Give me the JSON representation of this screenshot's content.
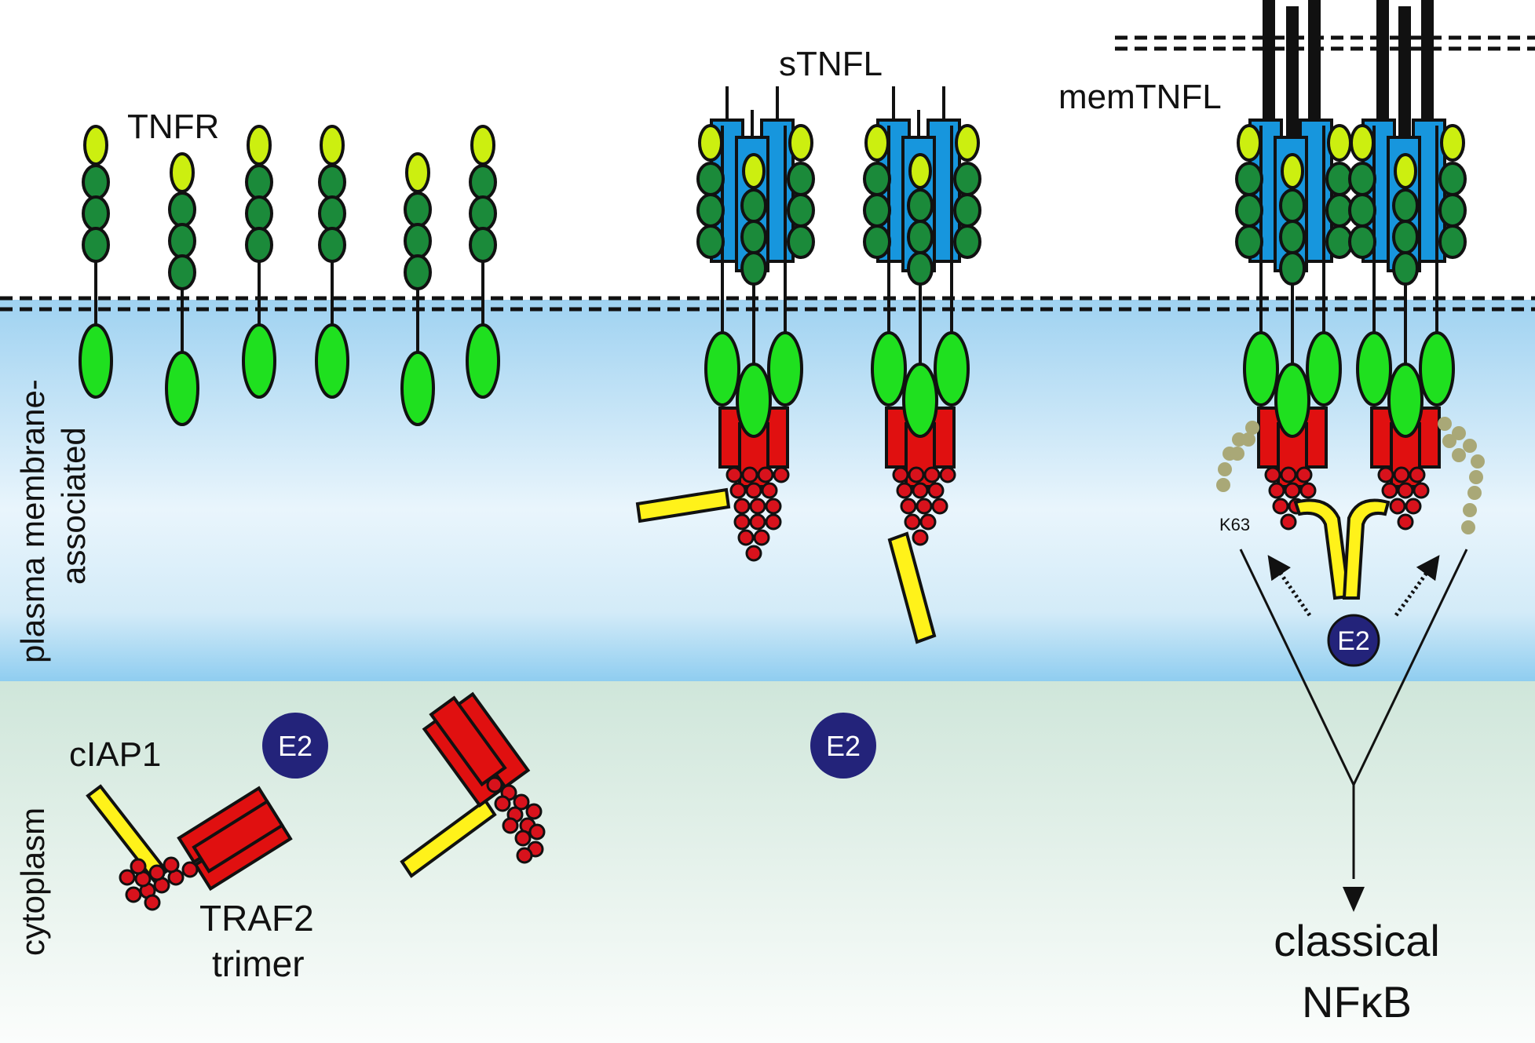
{
  "labels": {
    "tnfr": "TNFR",
    "stnfl": "sTNFL",
    "memtnfl": "memTNFL",
    "region_membrane_line1": "plasma membrane-",
    "region_membrane_line2": "associated",
    "region_cytoplasm": "cytoplasm",
    "ciap1": "cIAP1",
    "traf2_line1": "TRAF2",
    "traf2_line2": "trimer",
    "e2": "E2",
    "k63": "K63",
    "output_line1": "classical",
    "output_line2": "NFκB"
  },
  "colors": {
    "membrane_band_top": "#a9d6f2",
    "membrane_band_bottom": "#ffffff",
    "cytoplasm_top": "#cfe6da",
    "cytoplasm_bottom": "#fbfdfc",
    "receptor_tip": "#ccef10",
    "receptor_crd": "#1b8a3a",
    "receptor_intracellular": "#1fe01f",
    "ligand": "#1796dd",
    "traf2": "#e01010",
    "traf2_ring": "#c8001a",
    "ciap1": "#fff21a",
    "ubiquitin_chain": "#a9a877",
    "e2": "#23237a",
    "outline": "#111111"
  }
}
